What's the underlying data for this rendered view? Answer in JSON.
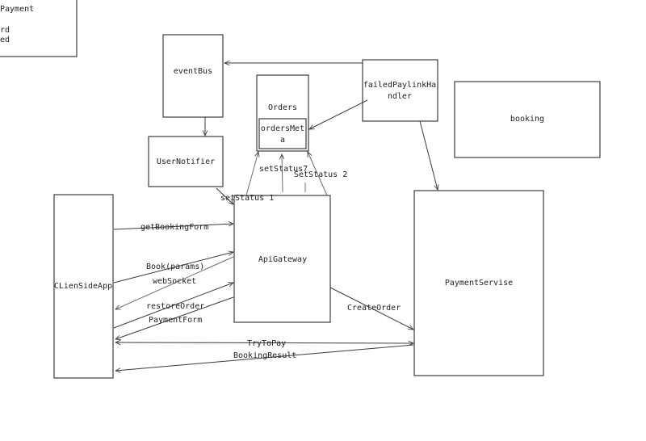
{
  "nodes": {
    "legend_box": {
      "lines": [
        "/",
        "Payment",
        "",
        "rd",
        "ed"
      ]
    },
    "event_bus": {
      "label": "eventBus"
    },
    "user_notifier": {
      "label": "UserNotifier"
    },
    "orders": {
      "label": "Orders"
    },
    "orders_meta": {
      "lines": [
        "ordersMet",
        "a"
      ]
    },
    "failed_paylink_handler": {
      "lines": [
        "failedPaylinkHa",
        "ndler"
      ]
    },
    "booking": {
      "label": "booking"
    },
    "client_side_app": {
      "label": "CLienSideApp"
    },
    "api_gateway": {
      "label": "ApiGateway"
    },
    "payment_service": {
      "label": "PaymentServise"
    }
  },
  "edges": {
    "get_booking_form": "getBookingForm",
    "book_params": "Book(params)",
    "web_socket": "webSocket",
    "restore_order": "restoreOrder",
    "payment_form": "PaymentForm",
    "try_to_pay": "TryToPay",
    "booking_result": "BookingResult",
    "create_order": "CreateOrder",
    "set_status_1": "setStatus 1",
    "set_status_7": "setStatus7",
    "set_status_2": "SetStatus 2"
  }
}
